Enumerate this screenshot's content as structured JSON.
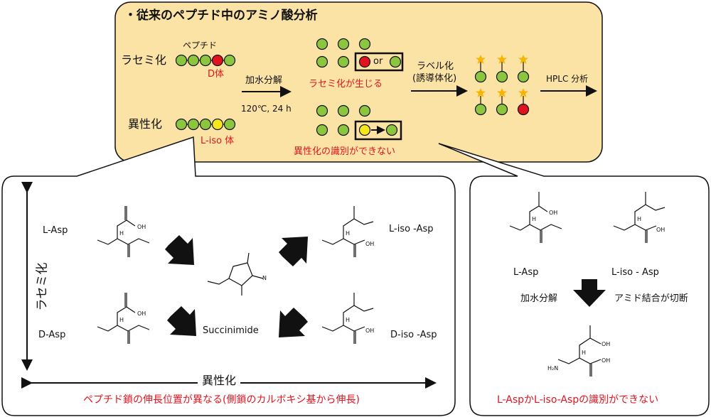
{
  "top": {
    "title": "・従来のペプチド中のアミノ酸分析",
    "peptide_label": "ペプチド",
    "racemization": "ラセミ化",
    "d_form": "D体",
    "isomerization": "異性化",
    "l_iso_form": "L-iso 体",
    "hydrolysis": "加水分解",
    "conditions": "120℃, 24 h",
    "or": "or",
    "racemization_occurs": "ラセミ化が生じる",
    "cannot_identify_iso": "異性化の識別ができない",
    "labeling": "ラベル化",
    "derivatization": "(誘導体化)",
    "hplc": "HPLC 分析"
  },
  "left_panel": {
    "racemization_axis": "ラセミ化",
    "isomerization_axis": "異性化",
    "l_asp": "L-Asp",
    "d_asp": "D-Asp",
    "l_iso_asp": "L-iso -Asp",
    "d_iso_asp": "D-iso -Asp",
    "succinimide": "Succinimide",
    "caption": "ペプチド鎖の伸長位置が異なる(側鎖のカルボキシ基から伸長)"
  },
  "right_panel": {
    "l_asp": "L-Asp",
    "l_iso_asp": "L-iso - Asp",
    "hydrolysis": "加水分解",
    "amide_cleavage": "アミド結合が切断",
    "caption": "L-AspかL-iso-Aspの識別ができない"
  },
  "chem": {
    "oh": "OH",
    "nh": "N",
    "h": "H",
    "h2n": "H₂N"
  },
  "colors": {
    "panel_fill": "#fbe3a6",
    "green": "#8cc63f",
    "red": "#e0141e",
    "yellow": "#f5e81a",
    "star": "#f7b500"
  }
}
